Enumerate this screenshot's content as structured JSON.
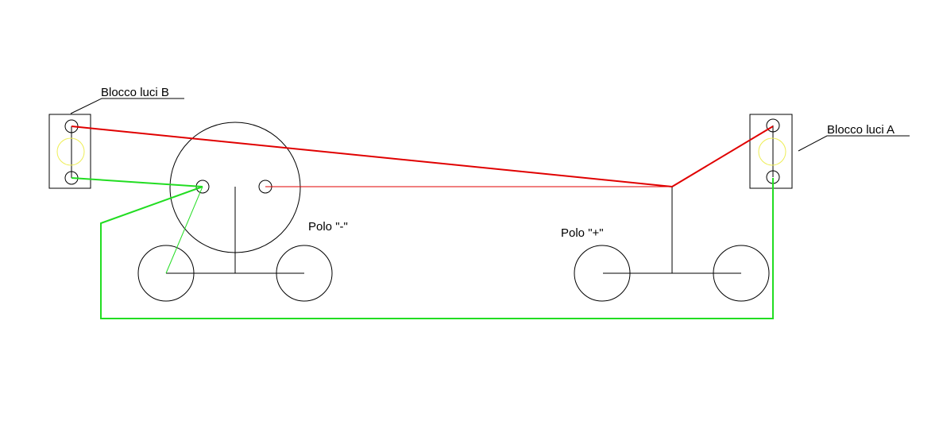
{
  "labels": {
    "block_b": "Blocco luci B",
    "block_a": "Blocco luci A",
    "pole_negative": "Polo \"-\"",
    "pole_positive": "Polo \"+\""
  },
  "colors": {
    "positive_wire": "#e00000",
    "negative_wire": "#22dd22",
    "lamp": "#eeee55",
    "outline": "#000000"
  }
}
